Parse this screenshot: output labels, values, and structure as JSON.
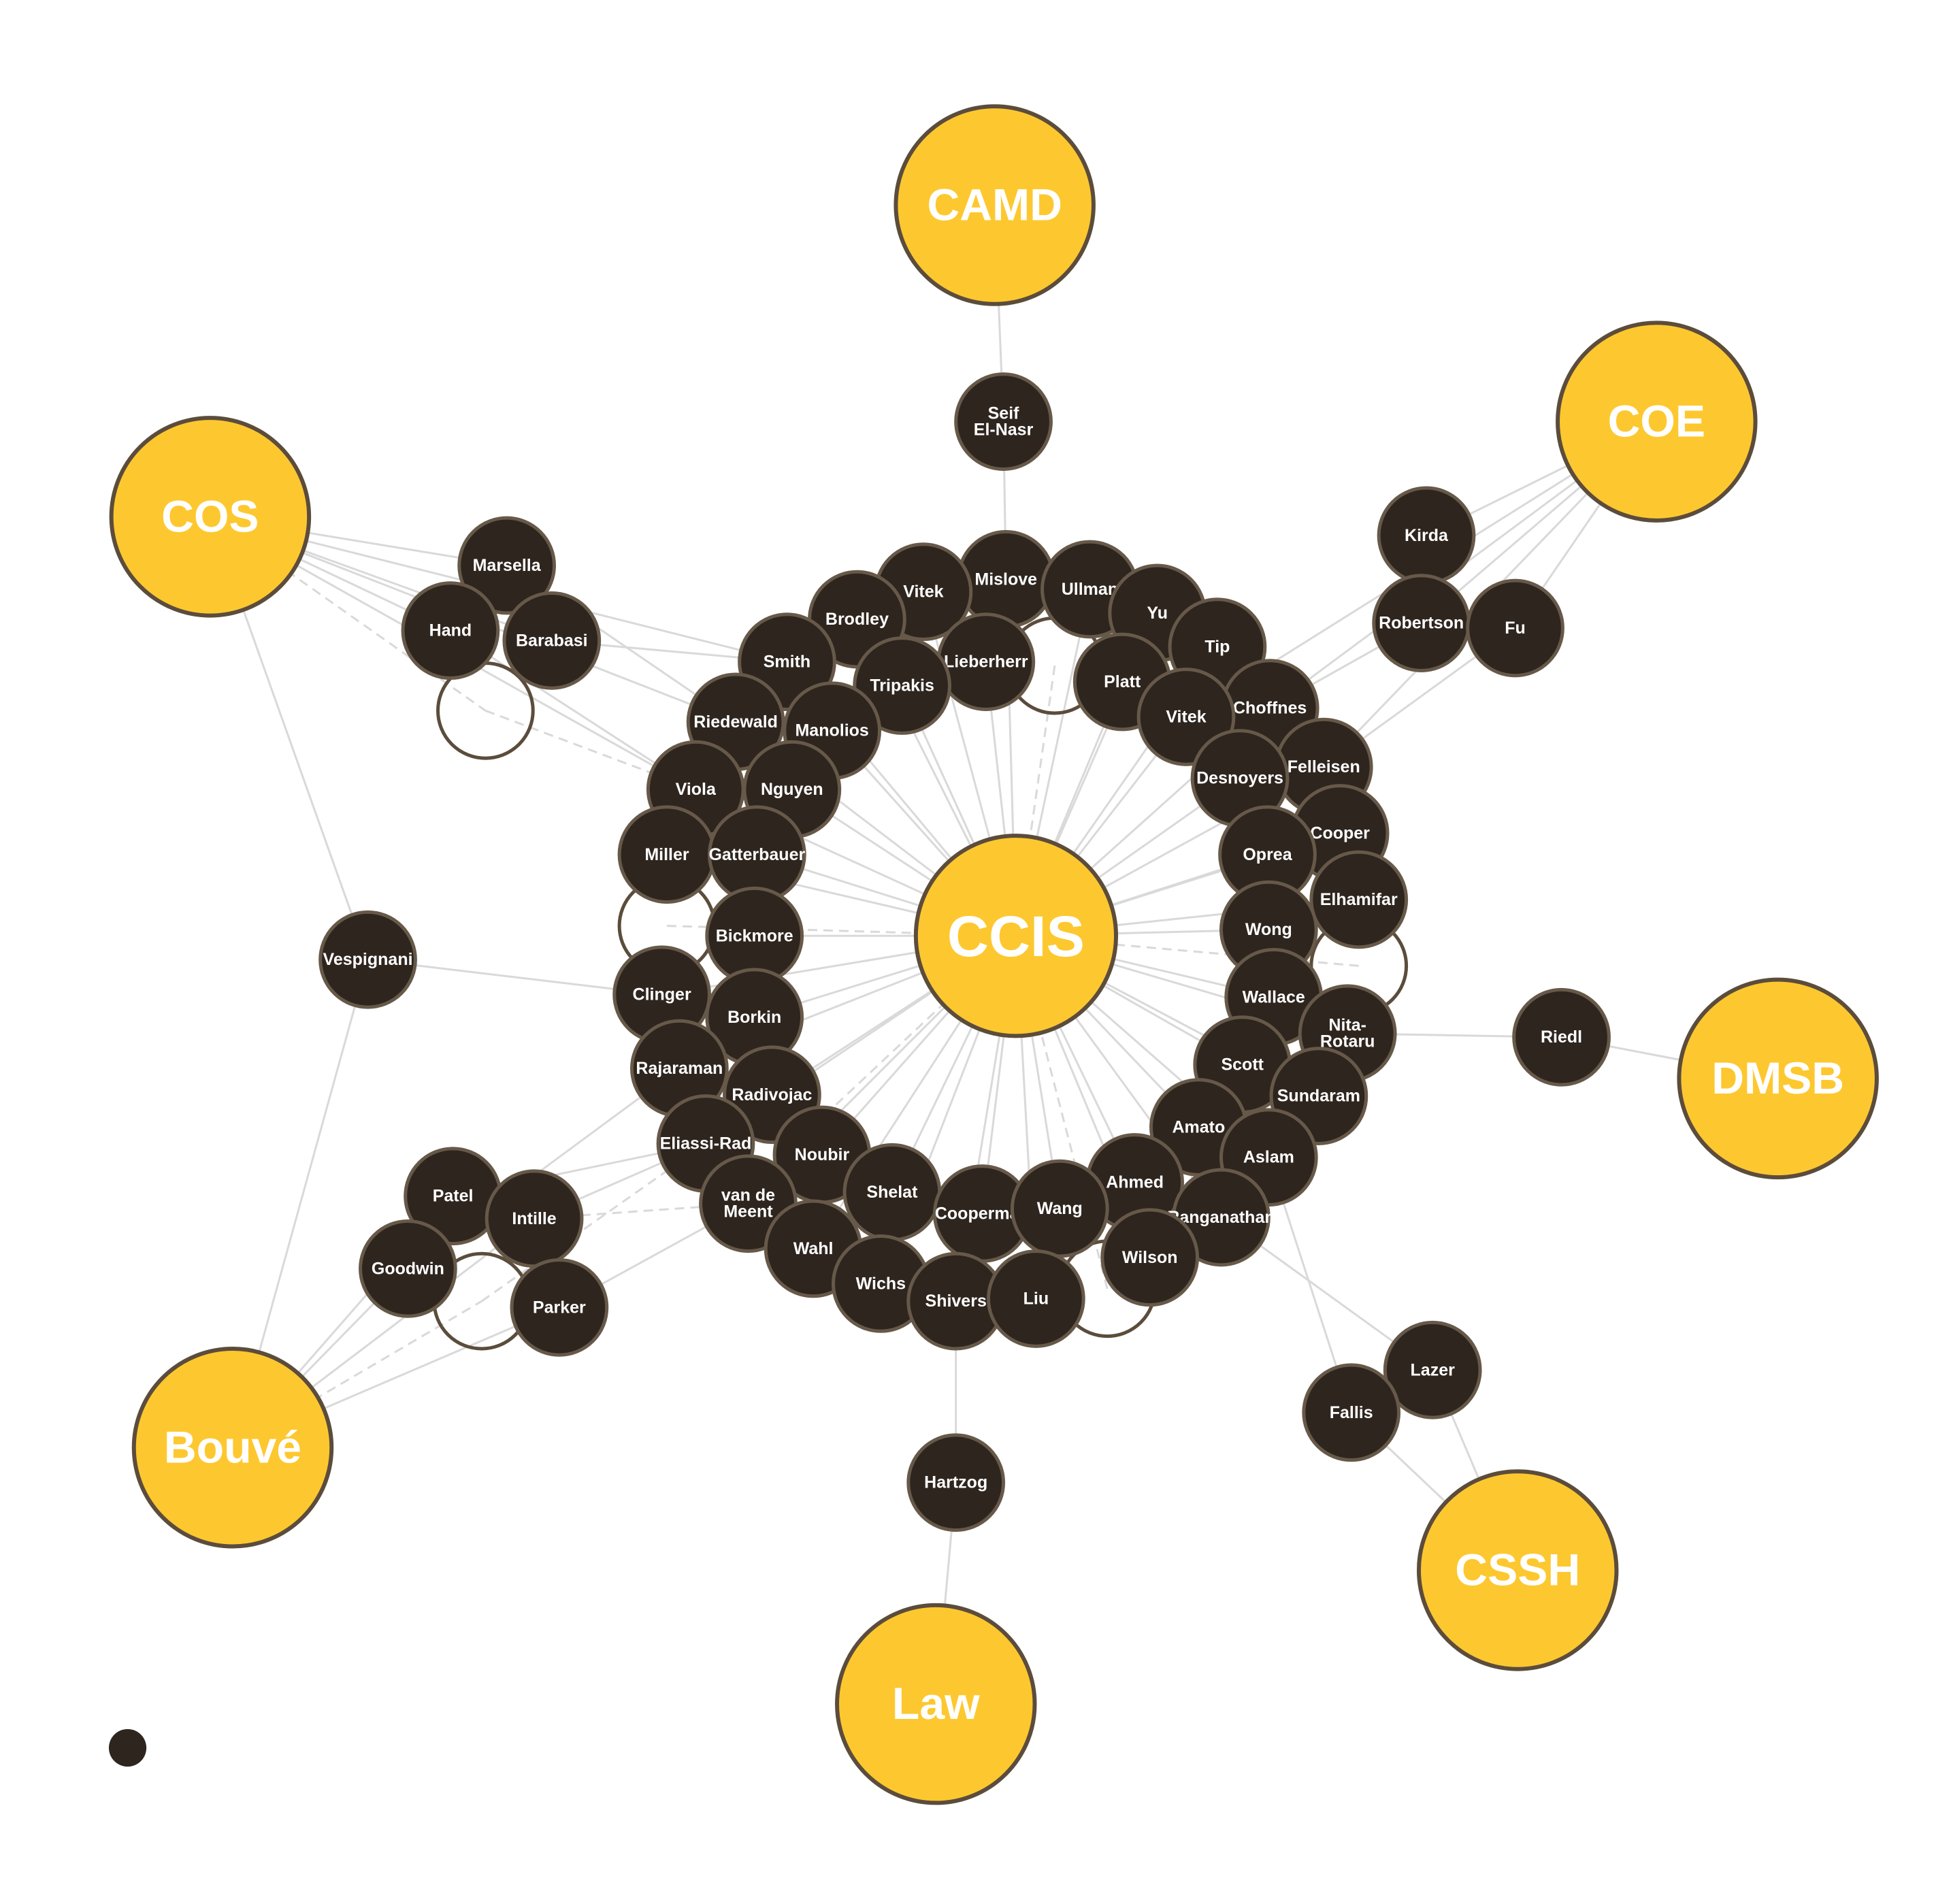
{
  "colors": {
    "hub_fill": "#fdc82f",
    "person_fill": "#2e251e",
    "outline": "#5b4c3c",
    "edge": "#d9d9d9",
    "label": "#ffffff"
  },
  "hubs": [
    {
      "id": "ccis",
      "label": "CCIS"
    },
    {
      "id": "camd",
      "label": "CAMD"
    },
    {
      "id": "coe",
      "label": "COE"
    },
    {
      "id": "cos",
      "label": "COS"
    },
    {
      "id": "dmsb",
      "label": "DMSB"
    },
    {
      "id": "bouve",
      "label": "Bouvé"
    },
    {
      "id": "cssh",
      "label": "CSSH"
    },
    {
      "id": "law",
      "label": "Law"
    }
  ],
  "people": [
    {
      "id": "seif",
      "lines": [
        "Seif",
        "El-Nasr"
      ]
    },
    {
      "id": "kirda",
      "lines": [
        "Kirda"
      ]
    },
    {
      "id": "robertson",
      "lines": [
        "Robertson"
      ]
    },
    {
      "id": "fu",
      "lines": [
        "Fu"
      ]
    },
    {
      "id": "marsella",
      "lines": [
        "Marsella"
      ]
    },
    {
      "id": "hand",
      "lines": [
        "Hand"
      ]
    },
    {
      "id": "barabasi",
      "lines": [
        "Barabasi"
      ]
    },
    {
      "id": "vespignani",
      "lines": [
        "Vespignani"
      ]
    },
    {
      "id": "riedl",
      "lines": [
        "Riedl"
      ]
    },
    {
      "id": "patel",
      "lines": [
        "Patel"
      ]
    },
    {
      "id": "intille",
      "lines": [
        "Intille"
      ]
    },
    {
      "id": "goodwin",
      "lines": [
        "Goodwin"
      ]
    },
    {
      "id": "parker",
      "lines": [
        "Parker"
      ]
    },
    {
      "id": "hartzog",
      "lines": [
        "Hartzog"
      ]
    },
    {
      "id": "lazer",
      "lines": [
        "Lazer"
      ]
    },
    {
      "id": "fallis",
      "lines": [
        "Fallis"
      ]
    },
    {
      "id": "mislove",
      "lines": [
        "Mislove"
      ]
    },
    {
      "id": "vitek1",
      "lines": [
        "Vitek"
      ]
    },
    {
      "id": "ullman",
      "lines": [
        "Ullman"
      ]
    },
    {
      "id": "brodley",
      "lines": [
        "Brodley"
      ]
    },
    {
      "id": "yu",
      "lines": [
        "Yu"
      ]
    },
    {
      "id": "tip",
      "lines": [
        "Tip"
      ]
    },
    {
      "id": "smith",
      "lines": [
        "Smith"
      ]
    },
    {
      "id": "lieberherr",
      "lines": [
        "Lieberherr"
      ]
    },
    {
      "id": "tripakis",
      "lines": [
        "Tripakis"
      ]
    },
    {
      "id": "platt",
      "lines": [
        "Platt"
      ]
    },
    {
      "id": "choffnes",
      "lines": [
        "Choffnes"
      ]
    },
    {
      "id": "riedewald",
      "lines": [
        "Riedewald"
      ]
    },
    {
      "id": "manolios",
      "lines": [
        "Manolios"
      ]
    },
    {
      "id": "vitek2",
      "lines": [
        "Vitek"
      ]
    },
    {
      "id": "felleisen",
      "lines": [
        "Felleisen"
      ]
    },
    {
      "id": "desnoyers",
      "lines": [
        "Desnoyers"
      ]
    },
    {
      "id": "viola",
      "lines": [
        "Viola"
      ]
    },
    {
      "id": "nguyen",
      "lines": [
        "Nguyen"
      ]
    },
    {
      "id": "cooper",
      "lines": [
        "Cooper"
      ]
    },
    {
      "id": "miller",
      "lines": [
        "Miller"
      ]
    },
    {
      "id": "gatterbauer",
      "lines": [
        "Gatterbauer"
      ]
    },
    {
      "id": "oprea",
      "lines": [
        "Oprea"
      ]
    },
    {
      "id": "elhamifar",
      "lines": [
        "Elhamifar"
      ]
    },
    {
      "id": "bickmore",
      "lines": [
        "Bickmore"
      ]
    },
    {
      "id": "wong",
      "lines": [
        "Wong"
      ]
    },
    {
      "id": "clinger",
      "lines": [
        "Clinger"
      ]
    },
    {
      "id": "wallace",
      "lines": [
        "Wallace"
      ]
    },
    {
      "id": "borkin",
      "lines": [
        "Borkin"
      ]
    },
    {
      "id": "nitarotaru",
      "lines": [
        "Nita-",
        "Rotaru"
      ]
    },
    {
      "id": "rajaraman",
      "lines": [
        "Rajaraman"
      ]
    },
    {
      "id": "scott",
      "lines": [
        "Scott"
      ]
    },
    {
      "id": "radivojac",
      "lines": [
        "Radivojac"
      ]
    },
    {
      "id": "sundaram",
      "lines": [
        "Sundaram"
      ]
    },
    {
      "id": "eliassirad",
      "lines": [
        "Eliassi-Rad"
      ]
    },
    {
      "id": "amato",
      "lines": [
        "Amato"
      ]
    },
    {
      "id": "noubir",
      "lines": [
        "Noubir"
      ]
    },
    {
      "id": "aslam",
      "lines": [
        "Aslam"
      ]
    },
    {
      "id": "vandemeent",
      "lines": [
        "van de",
        "Meent"
      ]
    },
    {
      "id": "shelat",
      "lines": [
        "Shelat"
      ]
    },
    {
      "id": "ahmed",
      "lines": [
        "Ahmed"
      ]
    },
    {
      "id": "cooperman",
      "lines": [
        "Cooperman"
      ]
    },
    {
      "id": "wang",
      "lines": [
        "Wang"
      ]
    },
    {
      "id": "ranganathan",
      "lines": [
        "Ranganathan"
      ]
    },
    {
      "id": "wahl",
      "lines": [
        "Wahl"
      ]
    },
    {
      "id": "wilson",
      "lines": [
        "Wilson"
      ]
    },
    {
      "id": "wichs",
      "lines": [
        "Wichs"
      ]
    },
    {
      "id": "shivers",
      "lines": [
        "Shivers"
      ]
    },
    {
      "id": "liu",
      "lines": [
        "Liu"
      ]
    }
  ]
}
